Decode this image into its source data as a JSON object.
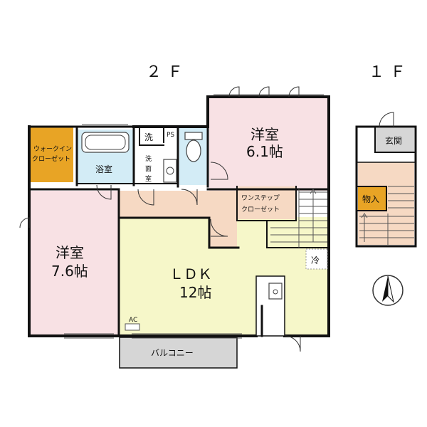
{
  "floor_labels": {
    "second": "２Ｆ",
    "first": "１Ｆ"
  },
  "rooms": {
    "walk_in_closet": [
      "ウォークイン",
      "クローゼット"
    ],
    "bath": "浴室",
    "laundry": "洗",
    "ps": "PS",
    "washroom": [
      "洗",
      "面",
      "室"
    ],
    "western_room_top": [
      "洋室",
      "6.1帖"
    ],
    "one_step_closet": [
      "ワンステップ",
      "クローゼット"
    ],
    "western_room_left": [
      "洋室",
      "7.6帖"
    ],
    "ldk": [
      "ＬＤＫ",
      "12帖"
    ],
    "fridge": "冷",
    "ac": "AC",
    "balcony": "バルコニー",
    "entrance": "玄関",
    "storage": "物入"
  },
  "colors": {
    "wall": "#111111",
    "pink_room": "#f8e1e4",
    "ldk": "#f6f7c9",
    "hall": "#f6d9c3",
    "closet_orange": "#e8a425",
    "bath_blue": "#d3ecf6",
    "balcony_gray": "#d6d6d6",
    "entrance_gray": "#d6d6d6"
  },
  "icons": {
    "compass": "north-arrow-icon"
  }
}
